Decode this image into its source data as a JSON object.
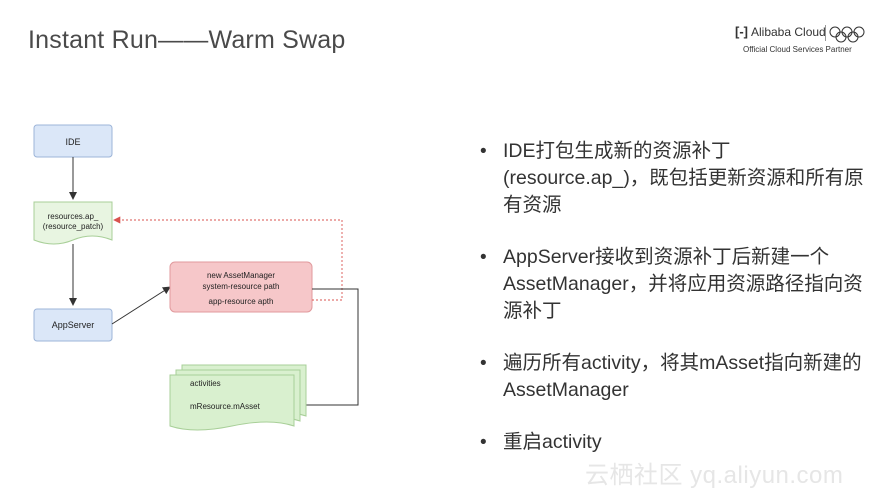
{
  "title": "Instant Run——Warm Swap",
  "logo": {
    "brand": "Alibaba Cloud",
    "partner": "Official Cloud Services Partner"
  },
  "diagram": {
    "ide": "IDE",
    "patch_line1": "resources.ap_",
    "patch_line2": "(resource_patch)",
    "appserver": "AppServer",
    "asset_line1": "new AssetManager",
    "asset_line2": "system-resource path",
    "asset_line3": "app-resource apth",
    "activities": "activities",
    "mresource": "mResource.mAsset"
  },
  "bullets": [
    "IDE打包生成新的资源补丁(resource.ap_)，既包括更新资源和所有原有资源",
    "AppServer接收到资源补丁后新建一个AssetManager，并将应用资源路径指向资源补丁",
    "遍历所有activity，将其mAsset指向新建的AssetManager",
    "重启activity"
  ],
  "watermark": "云栖社区 yq.aliyun.com",
  "colors": {
    "blue_box": "#dbe7f8",
    "green_doc": "#e8f5e1",
    "red_box": "#f6c7c9",
    "stack_green": "#d9f0cf",
    "arrow_red": "#d9534f"
  }
}
